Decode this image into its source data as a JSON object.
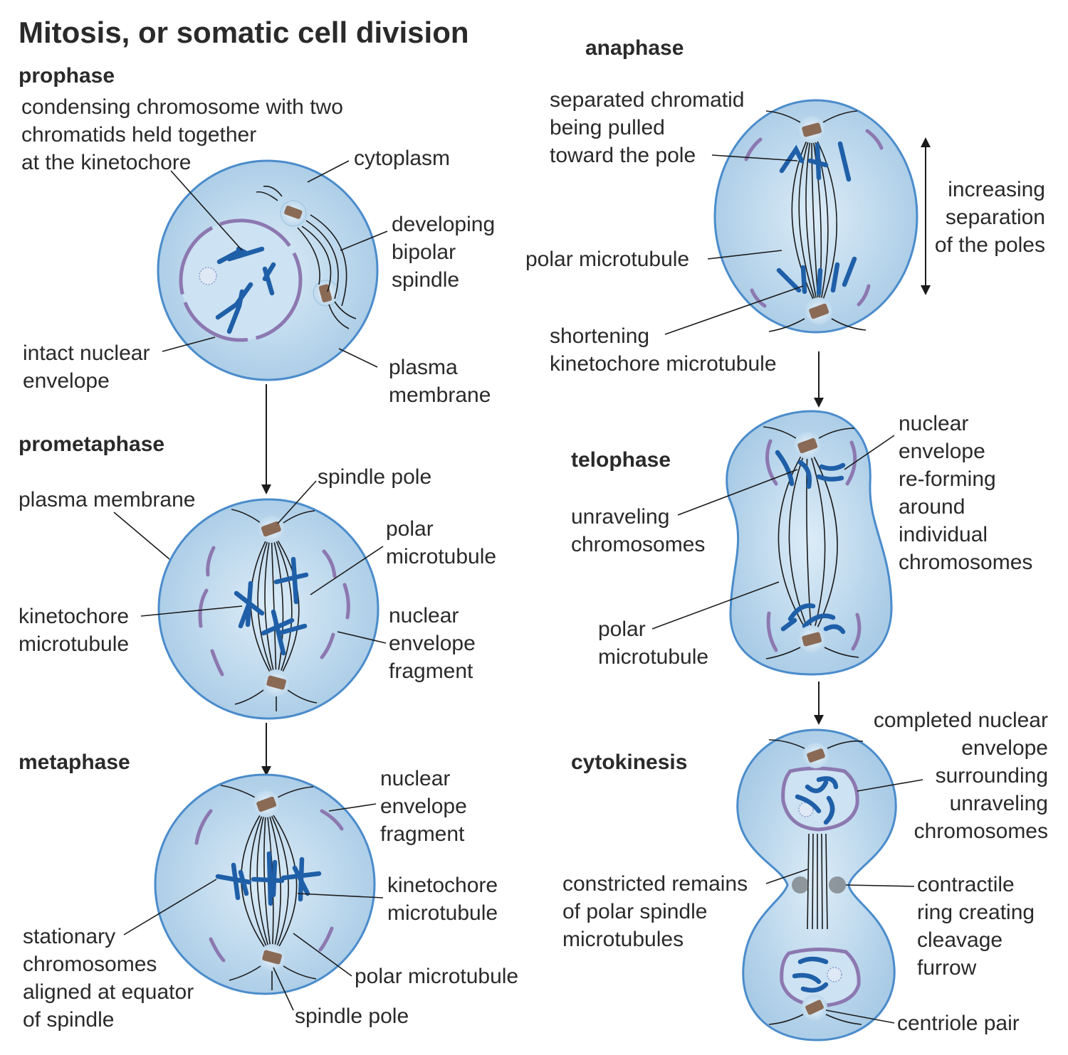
{
  "title": "Mitosis, or somatic cell division",
  "phases": {
    "prophase": "prophase",
    "prometaphase": "prometaphase",
    "metaphase": "metaphase",
    "anaphase": "anaphase",
    "telophase": "telophase",
    "cytokinesis": "cytokinesis"
  },
  "labels": {
    "pro_condensing": [
      "condensing chromosome with two",
      "chromatids held together",
      "at the kinetochore"
    ],
    "pro_cytoplasm": [
      "cytoplasm"
    ],
    "pro_spindle": [
      "developing",
      "bipolar",
      "spindle"
    ],
    "pro_envelope": [
      "intact nuclear",
      "envelope"
    ],
    "pro_membrane": [
      "plasma",
      "membrane"
    ],
    "pm_spindle_pole": [
      "spindle pole"
    ],
    "pm_membrane": [
      "plasma membrane"
    ],
    "pm_polar": [
      "polar",
      "microtubule"
    ],
    "pm_kinetochore": [
      "kinetochore",
      "microtubule"
    ],
    "pm_fragment": [
      "nuclear",
      "envelope",
      "fragment"
    ],
    "meta_fragment": [
      "nuclear",
      "envelope",
      "fragment"
    ],
    "meta_kinetochore": [
      "kinetochore",
      "microtubule"
    ],
    "meta_stationary": [
      "stationary",
      "chromosomes",
      "aligned at equator",
      "of spindle"
    ],
    "meta_polar": [
      "polar microtubule"
    ],
    "meta_pole": [
      "spindle pole"
    ],
    "ana_separated": [
      "separated chromatid",
      "being pulled",
      "toward the pole"
    ],
    "ana_increasing": [
      "increasing",
      "separation",
      "of the poles"
    ],
    "ana_polar": [
      "polar microtubule"
    ],
    "ana_shortening": [
      "shortening",
      "kinetochore microtubule"
    ],
    "telo_reforming": [
      "nuclear",
      "envelope",
      "re-forming",
      "around",
      "individual",
      "chromosomes"
    ],
    "telo_unraveling": [
      "unraveling",
      "chromosomes"
    ],
    "telo_polar": [
      "polar",
      "microtubule"
    ],
    "cyto_completed": [
      "completed nuclear",
      "envelope",
      "surrounding",
      "unraveling",
      "chromosomes"
    ],
    "cyto_constricted": [
      "constricted remains",
      "of polar spindle",
      "microtubules"
    ],
    "cyto_ring": [
      "contractile",
      "ring creating",
      "cleavage",
      "furrow"
    ],
    "cyto_centriole": [
      "centriole pair"
    ]
  },
  "colors": {
    "cell_fill": "#c6dff0",
    "cell_stroke": "#4b8ccb",
    "chromosome": "#1f5fa8",
    "envelope": "#8c78b0",
    "centriole": "#8b6a55"
  }
}
